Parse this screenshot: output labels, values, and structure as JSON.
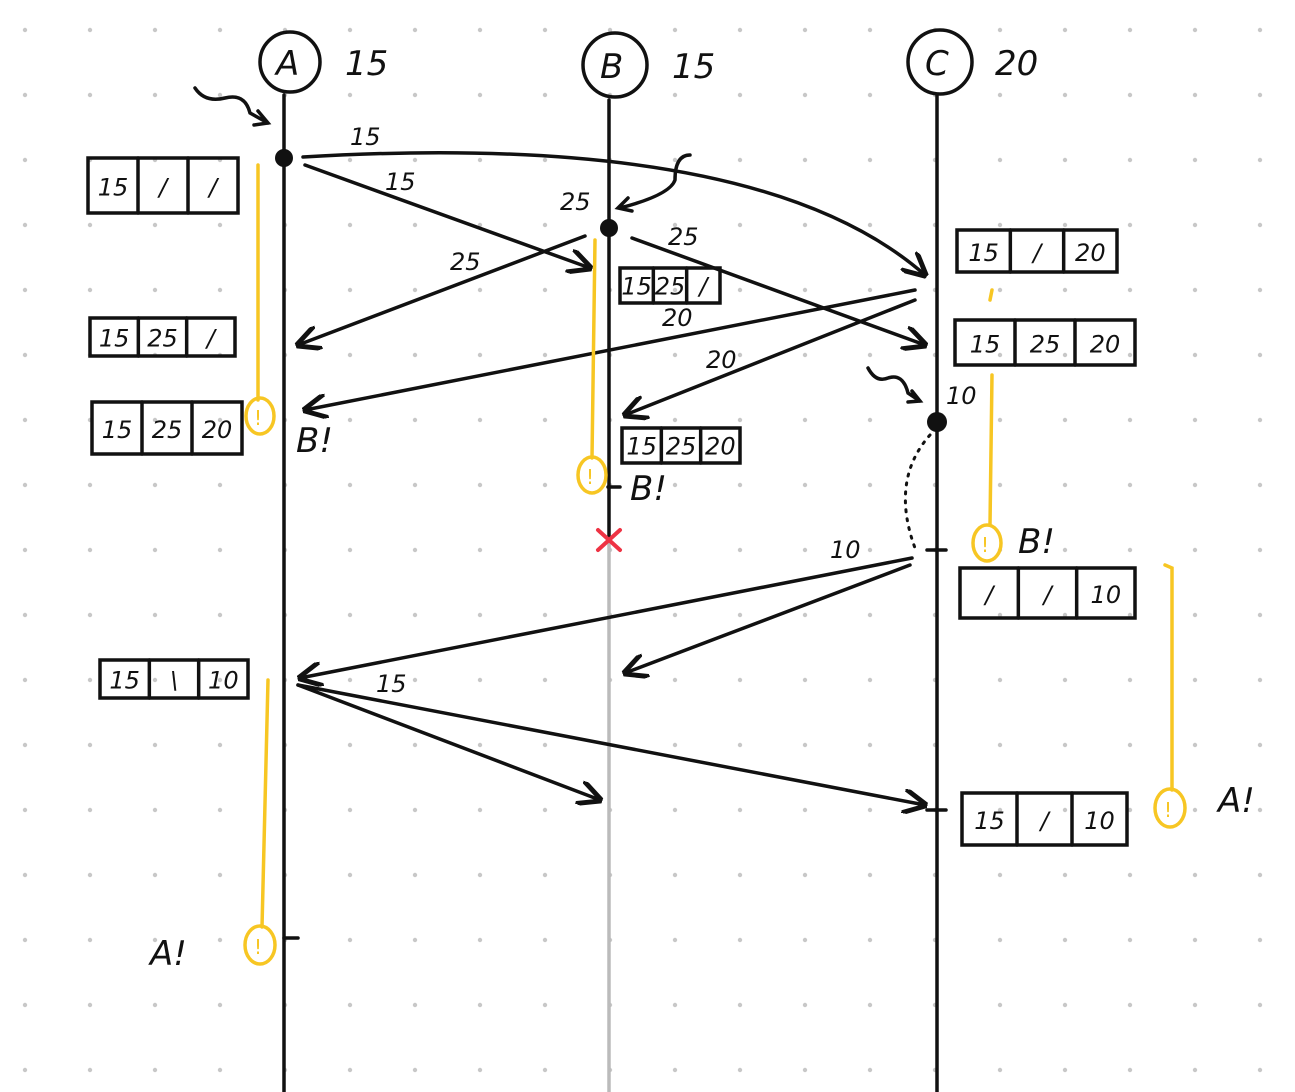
{
  "nodes": [
    {
      "name": "A",
      "value": "15"
    },
    {
      "name": "B",
      "value": "15"
    },
    {
      "name": "C",
      "value": "20"
    }
  ],
  "message_labels": [
    "15",
    "15",
    "25",
    "25",
    "25",
    "20",
    "20",
    "10",
    "10",
    "15"
  ],
  "state_boxes": [
    {
      "owner": "A",
      "cells": [
        "15",
        "/",
        "/"
      ]
    },
    {
      "owner": "A",
      "cells": [
        "15",
        "25",
        "/"
      ]
    },
    {
      "owner": "A",
      "cells": [
        "15",
        "25",
        "20"
      ]
    },
    {
      "owner": "B",
      "cells": [
        "15",
        "25",
        "/"
      ]
    },
    {
      "owner": "B",
      "cells": [
        "15",
        "25",
        "20"
      ]
    },
    {
      "owner": "C",
      "cells": [
        "15",
        "/",
        "20"
      ]
    },
    {
      "owner": "C",
      "cells": [
        "15",
        "25",
        "20"
      ]
    },
    {
      "owner": "C",
      "cells": [
        "/",
        "/",
        "10"
      ]
    },
    {
      "owner": "A",
      "cells": [
        "15",
        "\\",
        "10"
      ]
    },
    {
      "owner": "C",
      "cells": [
        "15",
        "/",
        "10"
      ]
    }
  ],
  "alerts": [
    "B!",
    "B!",
    "B!",
    "A!",
    "A!"
  ],
  "colors": {
    "ink": "#111111",
    "timer": "#f7c623",
    "crash": "#ee3344",
    "dot": "#c8c8c8"
  }
}
